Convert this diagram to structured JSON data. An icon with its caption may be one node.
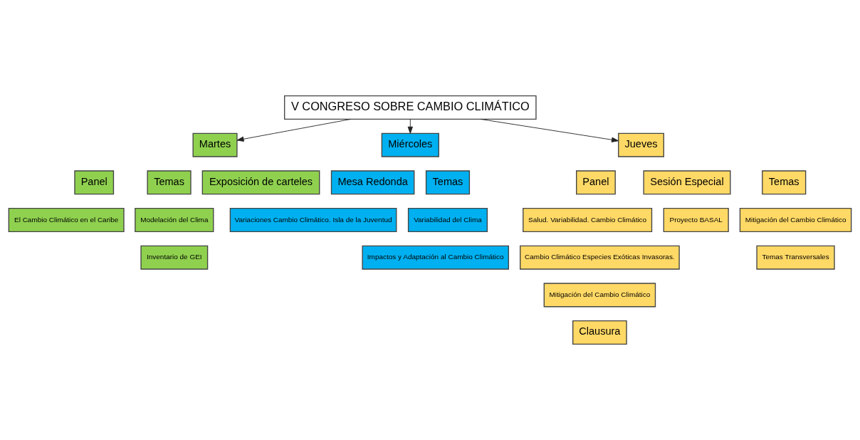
{
  "diagram": {
    "nodes": [
      {
        "text": [
          "V CONGRESO SOBRE CAMBIO CLIMÁTICO"
        ]
      },
      {
        "text": [
          "Martes"
        ]
      },
      {
        "text": [
          "Miércoles"
        ]
      },
      {
        "text": [
          "Jueves"
        ]
      },
      {
        "text": [
          "Panel"
        ]
      },
      {
        "text": [
          "Temas"
        ]
      },
      {
        "text": [
          "Exposición de carteles"
        ]
      },
      {
        "text": [
          "El Cambio Climático en el Caribe"
        ]
      },
      {
        "text": [
          "Modelación del Clima"
        ]
      },
      {
        "text": [
          "Inventario de GEI"
        ]
      },
      {
        "text": [
          "Mesa Redonda"
        ]
      },
      {
        "text": [
          "Temas"
        ]
      },
      {
        "text": [
          "Variaciones Cambio Climático. Isla de la Juventud"
        ]
      },
      {
        "text": [
          "Variabilidad del Clima"
        ]
      },
      {
        "text": [
          "Impactos y Adaptación al Cambio Climático"
        ]
      },
      {
        "text": [
          "Panel"
        ]
      },
      {
        "text": [
          "Sesión Especial"
        ]
      },
      {
        "text": [
          "Temas"
        ]
      },
      {
        "text": [
          "Salud. Variabilidad. Cambio Climático"
        ]
      },
      {
        "text": [
          "Proyecto BASAL"
        ]
      },
      {
        "text": [
          "Mitigación del Cambio Climático"
        ]
      },
      {
        "text": [
          "Cambio Climático Especies Exóticas Invasoras."
        ]
      },
      {
        "text": [
          "Temas Transversales"
        ]
      },
      {
        "text": [
          "Mitigación del Cambio Climático"
        ]
      },
      {
        "text": [
          "Clausura"
        ]
      }
    ],
    "edges": [
      {
        "from": 0,
        "to": 1,
        "arrow": "to"
      },
      {
        "from": 0,
        "to": 2,
        "arrow": "to"
      },
      {
        "from": 0,
        "to": 3,
        "arrow": "to"
      }
    ]
  }
}
